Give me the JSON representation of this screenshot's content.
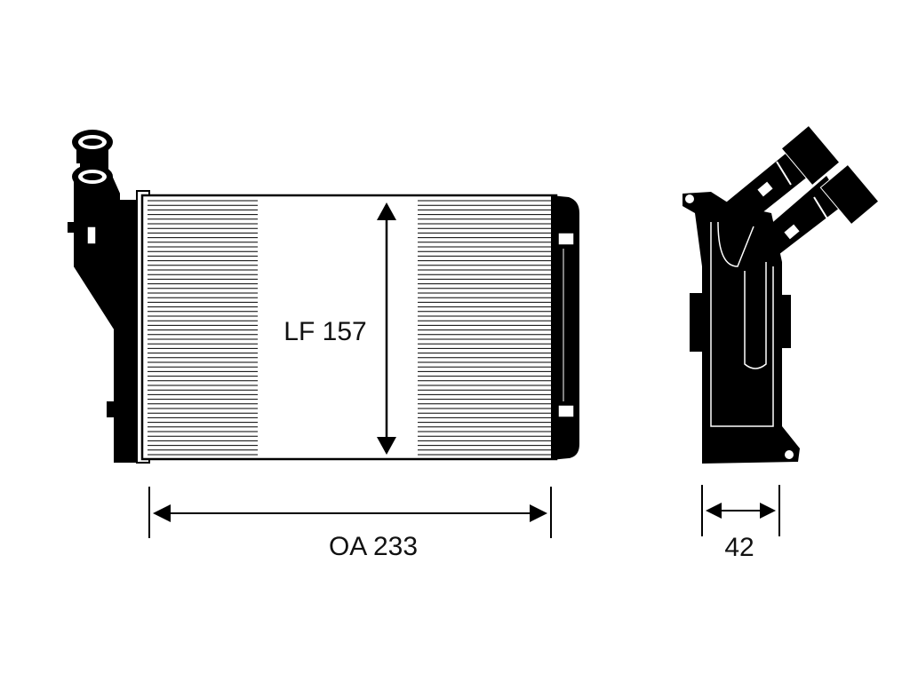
{
  "front_view": {
    "height_label": "LF 157",
    "width_label": "OA 233"
  },
  "side_view": {
    "depth_label": "42"
  },
  "colors": {
    "ink": "#000000",
    "background": "#ffffff"
  }
}
